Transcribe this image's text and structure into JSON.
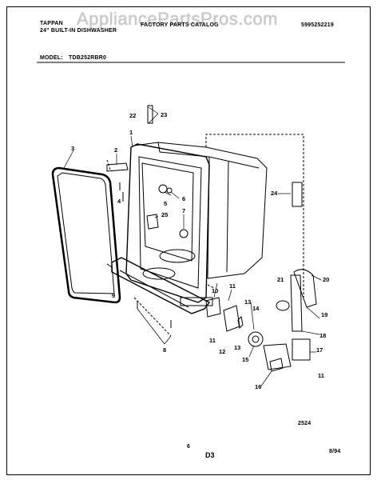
{
  "watermark": "AppliancePartsPros.com",
  "header": {
    "brand": "TAPPAN",
    "product": "24\" BUILT-IN DISHWASHER",
    "catalog": "FACTORY PARTS CATALOG",
    "catalog_number": "5995252219"
  },
  "model": {
    "label": "MODEL:",
    "number": "TDB252RBR0"
  },
  "callouts": [
    "1",
    "2",
    "3",
    "4",
    "5",
    "6",
    "7",
    "8",
    "9",
    "10",
    "11",
    "12",
    "13",
    "14",
    "15",
    "16",
    "17",
    "18",
    "19",
    "20",
    "21",
    "22",
    "23",
    "24",
    "25"
  ],
  "footer": {
    "figure_code": "2524",
    "page": "6",
    "section": "D3",
    "date": "8/94"
  }
}
